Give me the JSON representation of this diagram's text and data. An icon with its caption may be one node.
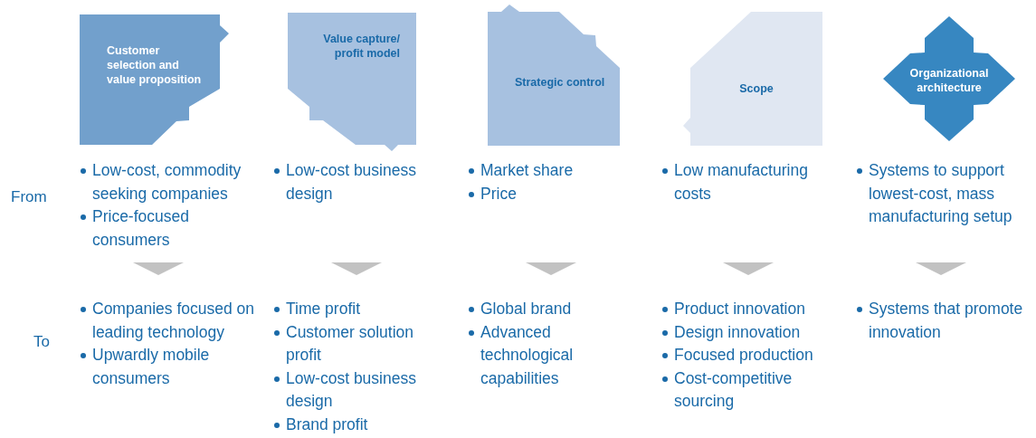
{
  "diagram": {
    "nodes": [
      {
        "text": [
          "Customer selection and value proposition"
        ]
      },
      {
        "text": [
          "Value capture/ profit model"
        ]
      },
      {
        "text": [
          "Strategic control"
        ]
      },
      {
        "text": [
          "Scope"
        ]
      },
      {
        "text": [
          "Organizational architecture"
        ]
      }
    ],
    "edges": [],
    "labels": [
      "From",
      "Low-cost, commodity seeking companies",
      "Price-focused consumers",
      "Low-cost business design",
      "Market share",
      "Price",
      "Low manufacturing costs",
      "Systems to support lowest-cost, mass manufacturing setup",
      "To",
      "Companies focused on leading technology",
      "Upwardly mobile consumers",
      "Time profit",
      "Customer solution profit",
      "Low-cost business design",
      "Brand profit",
      "Global brand",
      "Advanced technological capabilities",
      "Product innovation",
      "Design innovation",
      "Focused production",
      "Cost-competitive sourcing",
      "Systems that promote innovation"
    ]
  }
}
